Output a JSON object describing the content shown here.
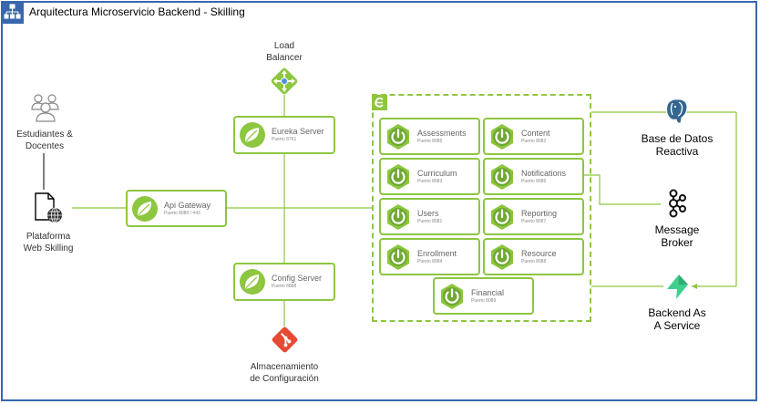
{
  "title": "Arquitectura Microservicio Backend - Skilling",
  "actors": {
    "users_label_1": "Estudiantes &",
    "users_label_2": "Docentes",
    "web_label_1": "Plataforma",
    "web_label_2": "Web Skilling"
  },
  "load_balancer": {
    "line1": "Load",
    "line2": "Balancer"
  },
  "config_storage": {
    "line1": "Almacenamiento",
    "line2": "de Configuración"
  },
  "api_gateway": {
    "name": "Api Gateway",
    "port": "Puerto 8080 / 443"
  },
  "eureka": {
    "name": "Eureka Server",
    "port": "Puerto 8761"
  },
  "config_server": {
    "name": "Config Server",
    "port": "Puerto 8888"
  },
  "services": [
    {
      "name": "Assessments",
      "port": "Puerto 8085"
    },
    {
      "name": "Content",
      "port": "Puerto 8082"
    },
    {
      "name": "Curriculum",
      "port": "Puerto 8083"
    },
    {
      "name": "Notifications",
      "port": "Puerto 8086"
    },
    {
      "name": "Users",
      "port": "Puerto 8081"
    },
    {
      "name": "Reporting",
      "port": "Puerto 8087"
    },
    {
      "name": "Enrollment",
      "port": "Puerto 8084"
    },
    {
      "name": "Resource",
      "port": "Puerto 8088"
    },
    {
      "name": "Financial",
      "port": "Puerto 8089"
    }
  ],
  "externals": {
    "db_1": "Base de Datos",
    "db_2": "Reactiva",
    "broker_1": "Message",
    "broker_2": "Broker",
    "baas_1": "Backend As",
    "baas_2": "A Service"
  },
  "colors": {
    "frame": "#3867ad",
    "spring": "#8dc63f",
    "git": "#e64a33",
    "postgres": "#336791",
    "supabase": "#3ecf8e"
  }
}
